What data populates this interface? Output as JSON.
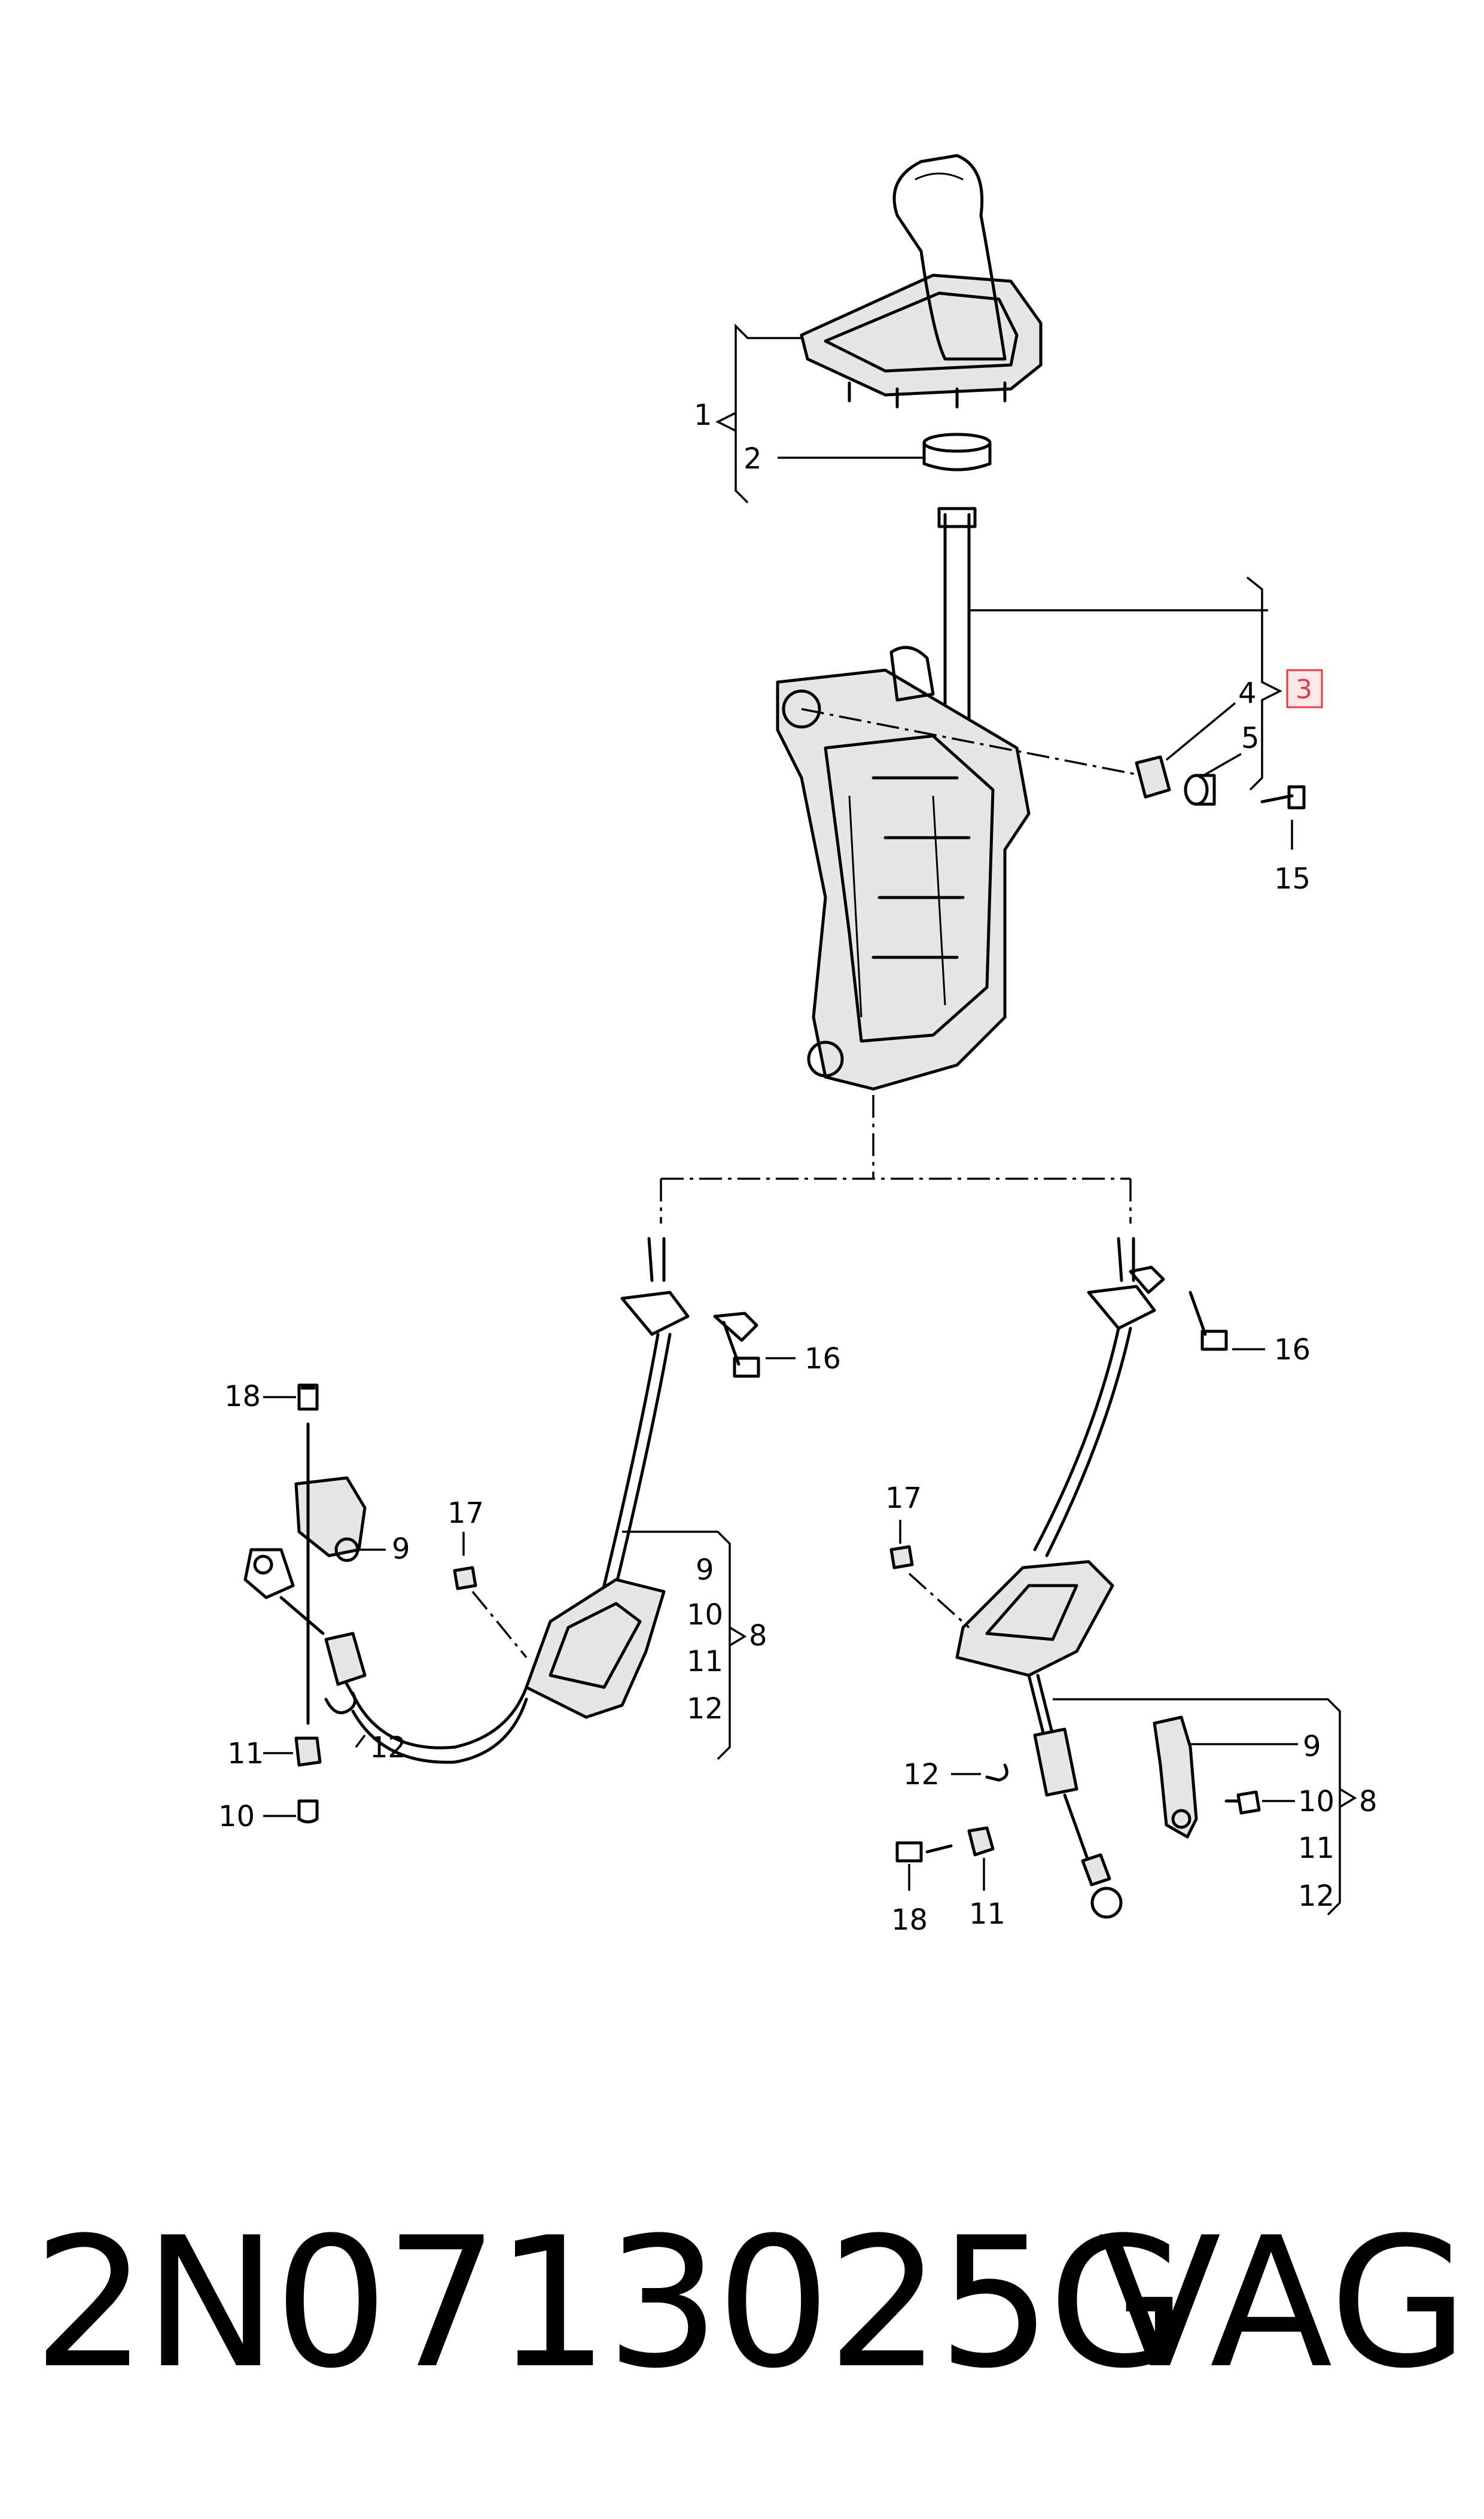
{
  "diagram": {
    "callouts": {
      "c1": "1",
      "c2": "2",
      "c3": "3",
      "c4": "4",
      "c5": "5",
      "c15": "15",
      "l16": "16",
      "l17": "17",
      "l18": "18",
      "l9": "9",
      "l9b": "9",
      "l10b": "10",
      "l8": "8",
      "l11b": "11",
      "l12b": "12",
      "l12": "12",
      "l11": "11",
      "l10": "10",
      "r16": "16",
      "r17": "17",
      "r9": "9",
      "r12": "12",
      "r10": "10",
      "r8": "8",
      "r11": "11",
      "r12b": "12",
      "r18": "18",
      "r11b": "11"
    },
    "highlighted_callout": "3",
    "highlight_color": "#e33a46"
  },
  "footer": {
    "part_number": "2N0713025G",
    "brand": "VAG"
  }
}
